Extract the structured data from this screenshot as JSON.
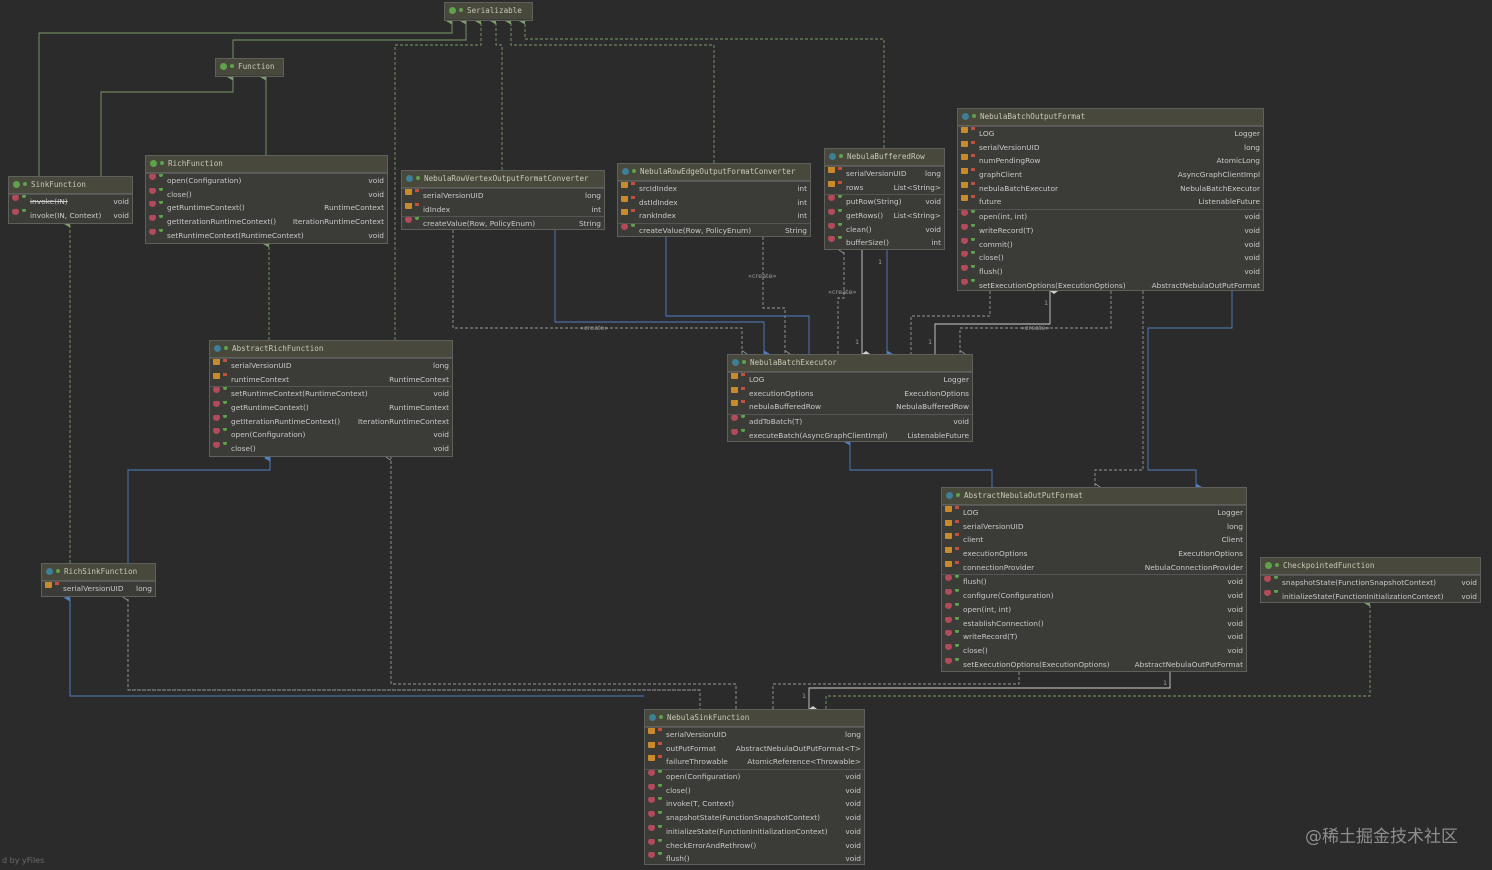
{
  "classes": {
    "serializable": {
      "title": "Serializable"
    },
    "function": {
      "title": "Function"
    },
    "sinkFunction": {
      "title": "SinkFunction",
      "methods": [
        {
          "name": "invoke(IN)",
          "type": "void",
          "strike": true
        },
        {
          "name": "invoke(IN, Context)",
          "type": "void"
        }
      ]
    },
    "richFunction": {
      "title": "RichFunction",
      "methods": [
        {
          "name": "open(Configuration)",
          "type": "void"
        },
        {
          "name": "close()",
          "type": "void"
        },
        {
          "name": "getRuntimeContext()",
          "type": "RuntimeContext"
        },
        {
          "name": "getIterationRuntimeContext()",
          "type": "IterationRuntimeContext"
        },
        {
          "name": "setRuntimeContext(RuntimeContext)",
          "type": "void"
        }
      ]
    },
    "vertexConverter": {
      "title": "NebulaRowVertexOutputFormatConverter",
      "fields": [
        {
          "name": "serialVersionUID",
          "type": "long"
        },
        {
          "name": "idIndex",
          "type": "int"
        }
      ],
      "methods": [
        {
          "name": "createValue(Row, PolicyEnum)",
          "type": "String"
        }
      ]
    },
    "edgeConverter": {
      "title": "NebulaRowEdgeOutputFormatConverter",
      "fields": [
        {
          "name": "srcIdIndex",
          "type": "int"
        },
        {
          "name": "dstIdIndex",
          "type": "int"
        },
        {
          "name": "rankIndex",
          "type": "int"
        }
      ],
      "methods": [
        {
          "name": "createValue(Row, PolicyEnum)",
          "type": "String"
        }
      ]
    },
    "bufferedRow": {
      "title": "NebulaBufferedRow",
      "fields": [
        {
          "name": "serialVersionUID",
          "type": "long"
        },
        {
          "name": "rows",
          "type": "List<String>"
        }
      ],
      "methods": [
        {
          "name": "putRow(String)",
          "type": "void"
        },
        {
          "name": "getRows()",
          "type": "List<String>"
        },
        {
          "name": "clean()",
          "type": "void"
        },
        {
          "name": "bufferSize()",
          "type": "int"
        }
      ]
    },
    "batchOutputFormat": {
      "title": "NebulaBatchOutputFormat",
      "fields": [
        {
          "name": "LOG",
          "type": "Logger"
        },
        {
          "name": "serialVersionUID",
          "type": "long"
        },
        {
          "name": "numPendingRow",
          "type": "AtomicLong"
        },
        {
          "name": "graphClient",
          "type": "AsyncGraphClientImpl"
        },
        {
          "name": "nebulaBatchExecutor",
          "type": "NebulaBatchExecutor"
        },
        {
          "name": "future",
          "type": "ListenableFuture"
        }
      ],
      "methods": [
        {
          "name": "open(int, int)",
          "type": "void"
        },
        {
          "name": "writeRecord(T)",
          "type": "void"
        },
        {
          "name": "commit()",
          "type": "void"
        },
        {
          "name": "close()",
          "type": "void"
        },
        {
          "name": "flush()",
          "type": "void"
        },
        {
          "name": "setExecutionOptions(ExecutionOptions)",
          "type": "AbstractNebulaOutPutFormat"
        }
      ]
    },
    "abstractRichFunction": {
      "title": "AbstractRichFunction",
      "fields": [
        {
          "name": "serialVersionUID",
          "type": "long"
        },
        {
          "name": "runtimeContext",
          "type": "RuntimeContext"
        }
      ],
      "methods": [
        {
          "name": "setRuntimeContext(RuntimeContext)",
          "type": "void"
        },
        {
          "name": "getRuntimeContext()",
          "type": "RuntimeContext"
        },
        {
          "name": "getIterationRuntimeContext()",
          "type": "IterationRuntimeContext"
        },
        {
          "name": "open(Configuration)",
          "type": "void"
        },
        {
          "name": "close()",
          "type": "void"
        }
      ]
    },
    "batchExecutor": {
      "title": "NebulaBatchExecutor",
      "fields": [
        {
          "name": "LOG",
          "type": "Logger"
        },
        {
          "name": "executionOptions",
          "type": "ExecutionOptions"
        },
        {
          "name": "nebulaBufferedRow",
          "type": "NebulaBufferedRow"
        }
      ],
      "methods": [
        {
          "name": "addToBatch(T)",
          "type": "void"
        },
        {
          "name": "executeBatch(AsyncGraphClientImpl)",
          "type": "ListenableFuture"
        }
      ]
    },
    "abstractOutputFormat": {
      "title": "AbstractNebulaOutPutFormat",
      "fields": [
        {
          "name": "LOG",
          "type": "Logger"
        },
        {
          "name": "serialVersionUID",
          "type": "long"
        },
        {
          "name": "client",
          "type": "Client"
        },
        {
          "name": "executionOptions",
          "type": "ExecutionOptions"
        },
        {
          "name": "connectionProvider",
          "type": "NebulaConnectionProvider"
        }
      ],
      "methods": [
        {
          "name": "flush()",
          "type": "void"
        },
        {
          "name": "configure(Configuration)",
          "type": "void"
        },
        {
          "name": "open(int, int)",
          "type": "void"
        },
        {
          "name": "establishConnection()",
          "type": "void"
        },
        {
          "name": "writeRecord(T)",
          "type": "void"
        },
        {
          "name": "close()",
          "type": "void"
        },
        {
          "name": "setExecutionOptions(ExecutionOptions)",
          "type": "AbstractNebulaOutPutFormat"
        }
      ]
    },
    "richSinkFunction": {
      "title": "RichSinkFunction",
      "fields": [
        {
          "name": "serialVersionUID",
          "type": "long"
        }
      ]
    },
    "checkpointedFunction": {
      "title": "CheckpointedFunction",
      "methods": [
        {
          "name": "snapshotState(FunctionSnapshotContext)",
          "type": "void"
        },
        {
          "name": "initializeState(FunctionInitializationContext)",
          "type": "void"
        }
      ]
    },
    "sinkFunctionImpl": {
      "title": "NebulaSinkFunction",
      "fields": [
        {
          "name": "serialVersionUID",
          "type": "long"
        },
        {
          "name": "outPutFormat",
          "type": "AbstractNebulaOutPutFormat<T>"
        },
        {
          "name": "failureThrowable",
          "type": "AtomicReference<Throwable>"
        }
      ],
      "methods": [
        {
          "name": "open(Configuration)",
          "type": "void"
        },
        {
          "name": "close()",
          "type": "void"
        },
        {
          "name": "invoke(T, Context)",
          "type": "void"
        },
        {
          "name": "snapshotState(FunctionSnapshotContext)",
          "type": "void"
        },
        {
          "name": "initializeState(FunctionInitializationContext)",
          "type": "void"
        },
        {
          "name": "checkErrorAndRethrow()",
          "type": "void"
        },
        {
          "name": "flush()",
          "type": "void"
        }
      ]
    }
  },
  "labels": {
    "create1": "«create»",
    "create2": "«create»",
    "create3": "«create»",
    "create4": "«create»",
    "m1": "1",
    "m2": "1",
    "m3": "1",
    "m4": "1",
    "m5": "1",
    "m6": "1"
  },
  "watermark": "@稀土掘金技术社区",
  "credit": "d by yFiles",
  "colors": {
    "extends": "#7e9c6a",
    "implements": "#7e9c6a",
    "dependency": "#9a9a9a",
    "association": "#4f7fc0"
  }
}
